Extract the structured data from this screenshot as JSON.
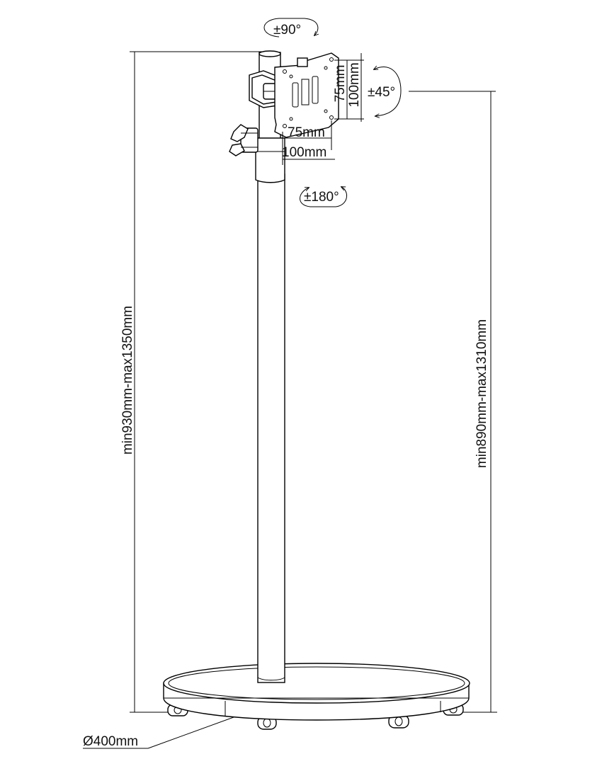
{
  "labels": {
    "swivel_top": "±90°",
    "tilt": "±45°",
    "rotation": "±180°",
    "vesa_small_vertical": "75mm",
    "vesa_large_vertical": "100mm",
    "vesa_small_horizontal": "75mm",
    "vesa_large_horizontal": "100mm",
    "height_total": "min930mm-max1350mm",
    "height_mount": "min890mm-max1310mm",
    "base_diameter": "Ø400mm"
  },
  "colors": {
    "line": "#000000",
    "background": "#ffffff"
  }
}
